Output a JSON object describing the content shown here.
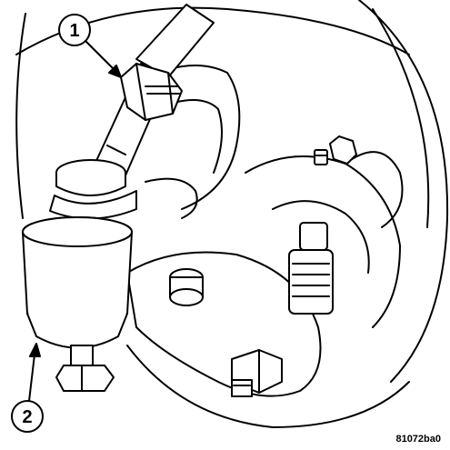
{
  "figure": {
    "id": "81072ba0",
    "callouts": [
      {
        "number": "1"
      },
      {
        "number": "2"
      }
    ]
  },
  "colors": {
    "line": "#000000",
    "background": "#ffffff"
  }
}
